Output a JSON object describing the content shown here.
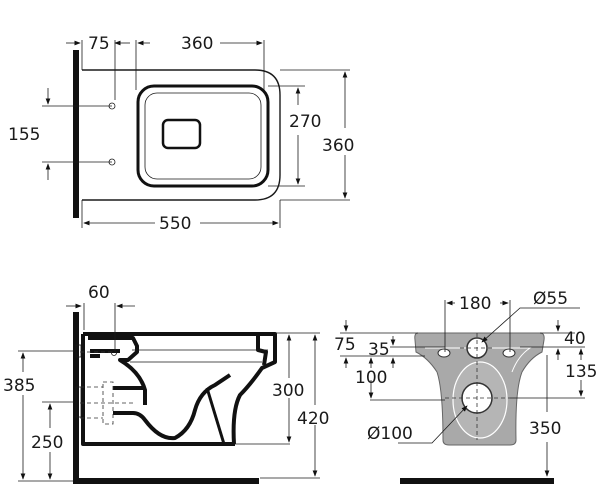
{
  "title": "Wall-hung WC dimension drawing",
  "top_view": {
    "d_75": "75",
    "d_360_width": "360",
    "d_155": "155",
    "d_270": "270",
    "d_360_depth": "360",
    "d_550": "550"
  },
  "side_view": {
    "d_60": "60",
    "d_385": "385",
    "d_250": "250",
    "d_300": "300",
    "d_420": "420"
  },
  "rear_view": {
    "d_180": "180",
    "d_o55": "Ø55",
    "d_75": "75",
    "d_35": "35",
    "d_40": "40",
    "d_100": "100",
    "d_135": "135",
    "d_o100": "Ø100",
    "d_350": "350"
  },
  "colors": {
    "line": "#111111",
    "ceramic_fill": "#a9a9a9"
  }
}
